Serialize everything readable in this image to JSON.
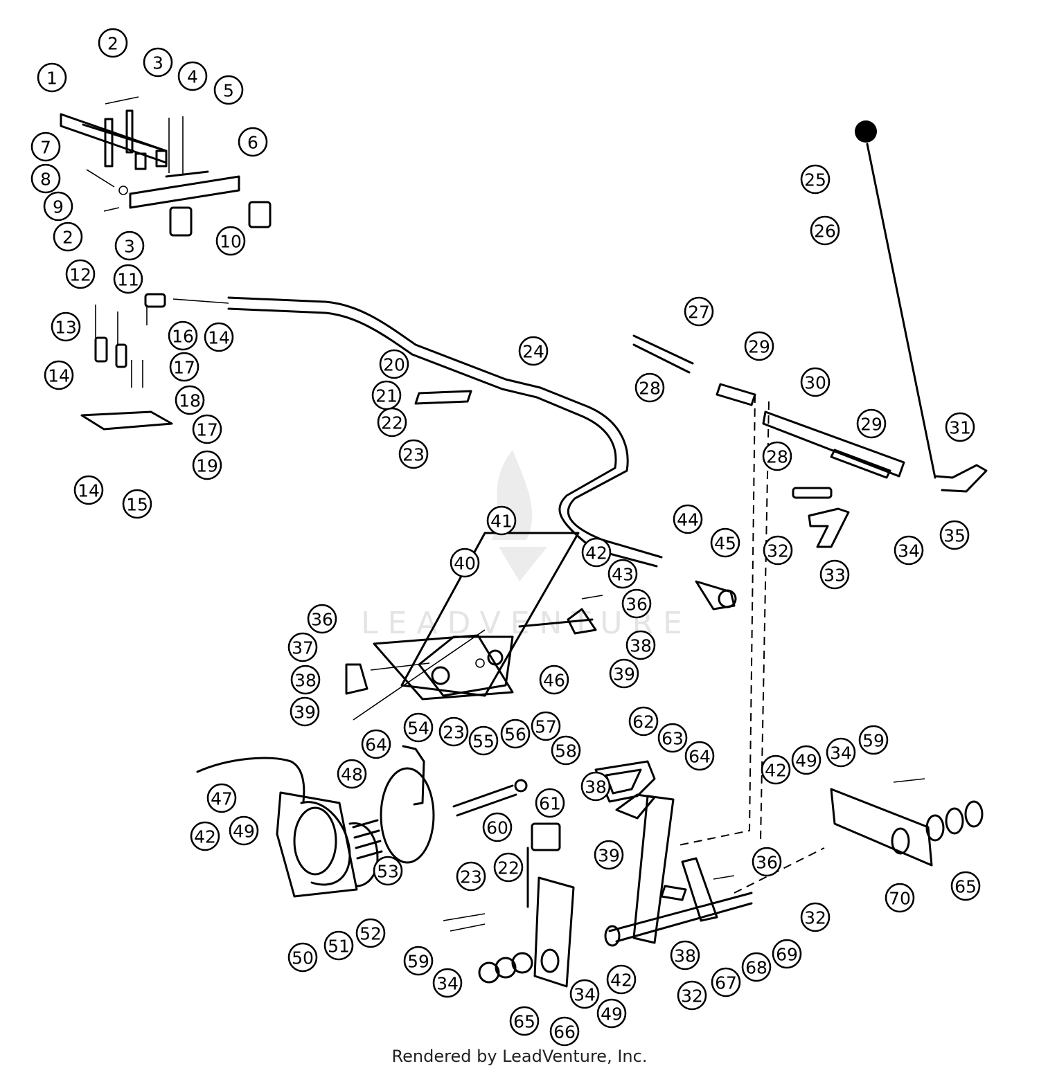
{
  "watermark": "LEADVENTURE",
  "footer": "Rendered by LeadVenture, Inc.",
  "callouts": [
    "1",
    "2",
    "3",
    "4",
    "5",
    "6",
    "7",
    "8",
    "9",
    "2",
    "3",
    "10",
    "12",
    "11",
    "16",
    "14",
    "13",
    "14",
    "17",
    "18",
    "17",
    "14",
    "15",
    "19",
    "20",
    "24",
    "21",
    "22",
    "23",
    "25",
    "26",
    "27",
    "29",
    "28",
    "30",
    "29",
    "28",
    "31",
    "32",
    "33",
    "34",
    "35",
    "41",
    "40",
    "42",
    "43",
    "44",
    "45",
    "36",
    "36",
    "37",
    "38",
    "39",
    "46",
    "38",
    "39",
    "64",
    "62",
    "63",
    "64",
    "54",
    "23",
    "55",
    "56",
    "57",
    "58",
    "48",
    "47",
    "61",
    "38",
    "60",
    "42",
    "49",
    "53",
    "39",
    "36",
    "23",
    "22",
    "50",
    "51",
    "52",
    "59",
    "34",
    "65",
    "66",
    "34",
    "49",
    "42",
    "32",
    "38",
    "67",
    "68",
    "69",
    "32",
    "42",
    "49",
    "34",
    "59",
    "70",
    "65"
  ]
}
